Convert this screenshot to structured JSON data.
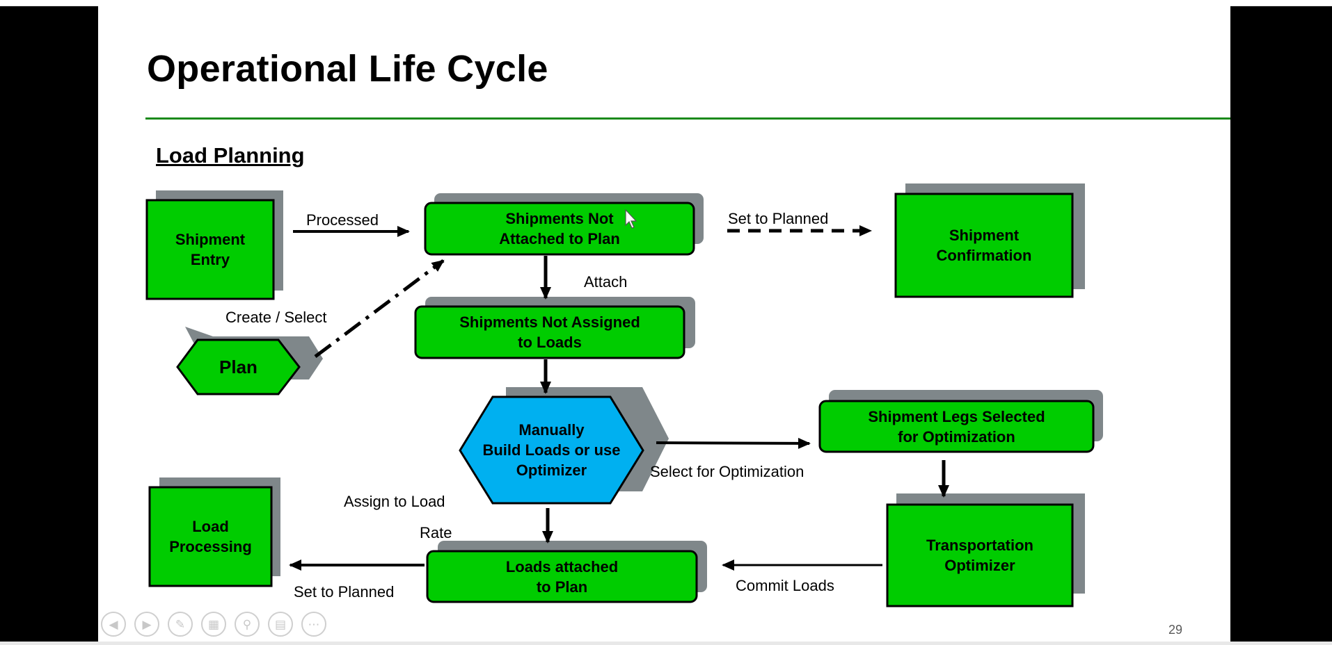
{
  "slide": {
    "title": "Operational Life Cycle",
    "subtitle": "Load Planning",
    "page_number": "29"
  },
  "nodes": {
    "shipment_entry": "Shipment\nEntry",
    "shipments_not_attached": "Shipments Not\nAttached to Plan",
    "shipment_confirmation": "Shipment\nConfirmation",
    "shipments_not_assigned": "Shipments Not Assigned\nto Loads",
    "plan": "Plan",
    "manually_build": "Manually\nBuild Loads or use\nOptimizer",
    "shipment_legs": "Shipment Legs Selected\nfor Optimization",
    "load_processing": "Load\nProcessing",
    "transportation_optimizer": "Transportation\nOptimizer",
    "loads_attached": "Loads attached\nto Plan"
  },
  "labels": {
    "processed": "Processed",
    "set_to_planned_top": "Set to Planned",
    "attach": "Attach",
    "create_select": "Create / Select",
    "select_for_optimization": "Select  for Optimization",
    "assign_to_load": "Assign to Load",
    "rate": "Rate",
    "set_to_planned_bottom": "Set to Planned",
    "commit_loads": "Commit Loads"
  },
  "colors": {
    "node_green": "#00cc00",
    "node_blue": "#00b0f0",
    "shadow": "#7f878a",
    "rule_green": "#1b8a1b"
  },
  "toolbar": {
    "icons": [
      "previous-icon",
      "next-icon",
      "pen-icon",
      "slides-icon",
      "zoom-icon",
      "subtitles-icon",
      "more-icon"
    ]
  }
}
